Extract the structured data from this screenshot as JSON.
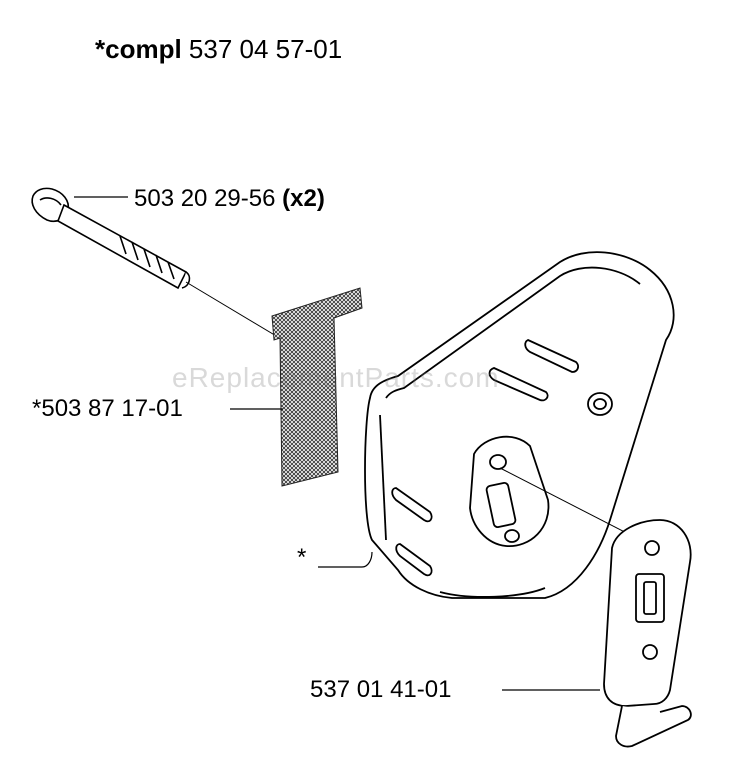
{
  "title": {
    "prefix": "*compl",
    "number": "537 04 57-01"
  },
  "parts": {
    "bolt": {
      "number": "503 20 29-56",
      "qty": "(x2)"
    },
    "screen": {
      "number": "*503 87 17-01"
    },
    "muffler": {
      "number": "*"
    },
    "gasket": {
      "number": "537 01 41-01"
    }
  },
  "watermark": "eReplacementParts.com"
}
